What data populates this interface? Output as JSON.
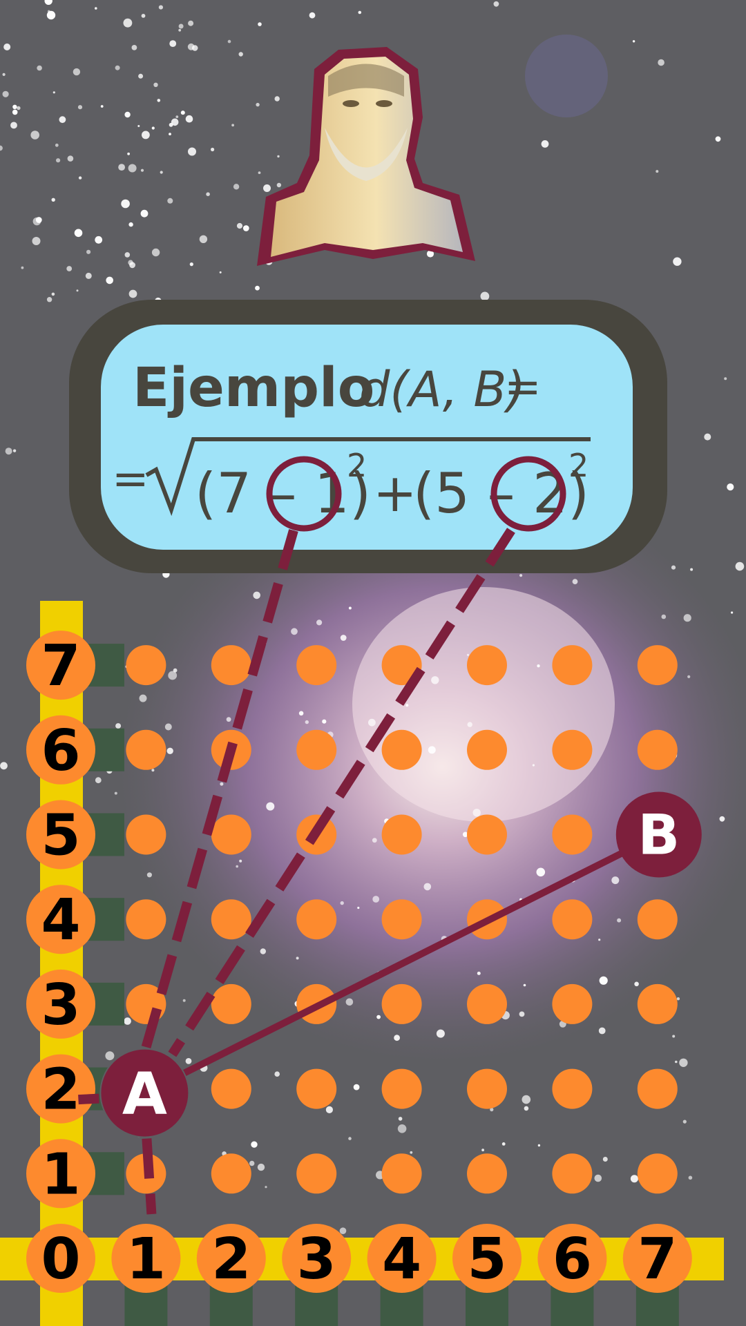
{
  "formula": {
    "example_label": "Ejemplo",
    "lhs": "d(A, B)",
    "lhs_equals": "=",
    "rhs_equals": "=",
    "radicand_term1": "(7 – 1)",
    "radicand_plus": "+",
    "radicand_term2": "(5 – 2)",
    "exponent": "2",
    "highlighted_values": [
      "1",
      "2"
    ]
  },
  "grid": {
    "x_ticks": [
      "0",
      "1",
      "2",
      "3",
      "4",
      "5",
      "6",
      "7"
    ],
    "y_ticks": [
      "0",
      "1",
      "2",
      "3",
      "4",
      "5",
      "6",
      "7"
    ]
  },
  "points": {
    "A": {
      "label": "A",
      "x": 1,
      "y": 2
    },
    "B": {
      "label": "B",
      "x": 7,
      "y": 5
    }
  },
  "colors": {
    "background": "#5e5e62",
    "axis_yellow": "#f0d000",
    "dot_orange": "#fd8a2e",
    "maroon": "#7d1f3c",
    "formula_box": "#9fe3f8",
    "formula_frame": "#48463e",
    "nebula": "#a07ab0"
  },
  "icons": {
    "portrait": "philosopher-bust-icon"
  }
}
